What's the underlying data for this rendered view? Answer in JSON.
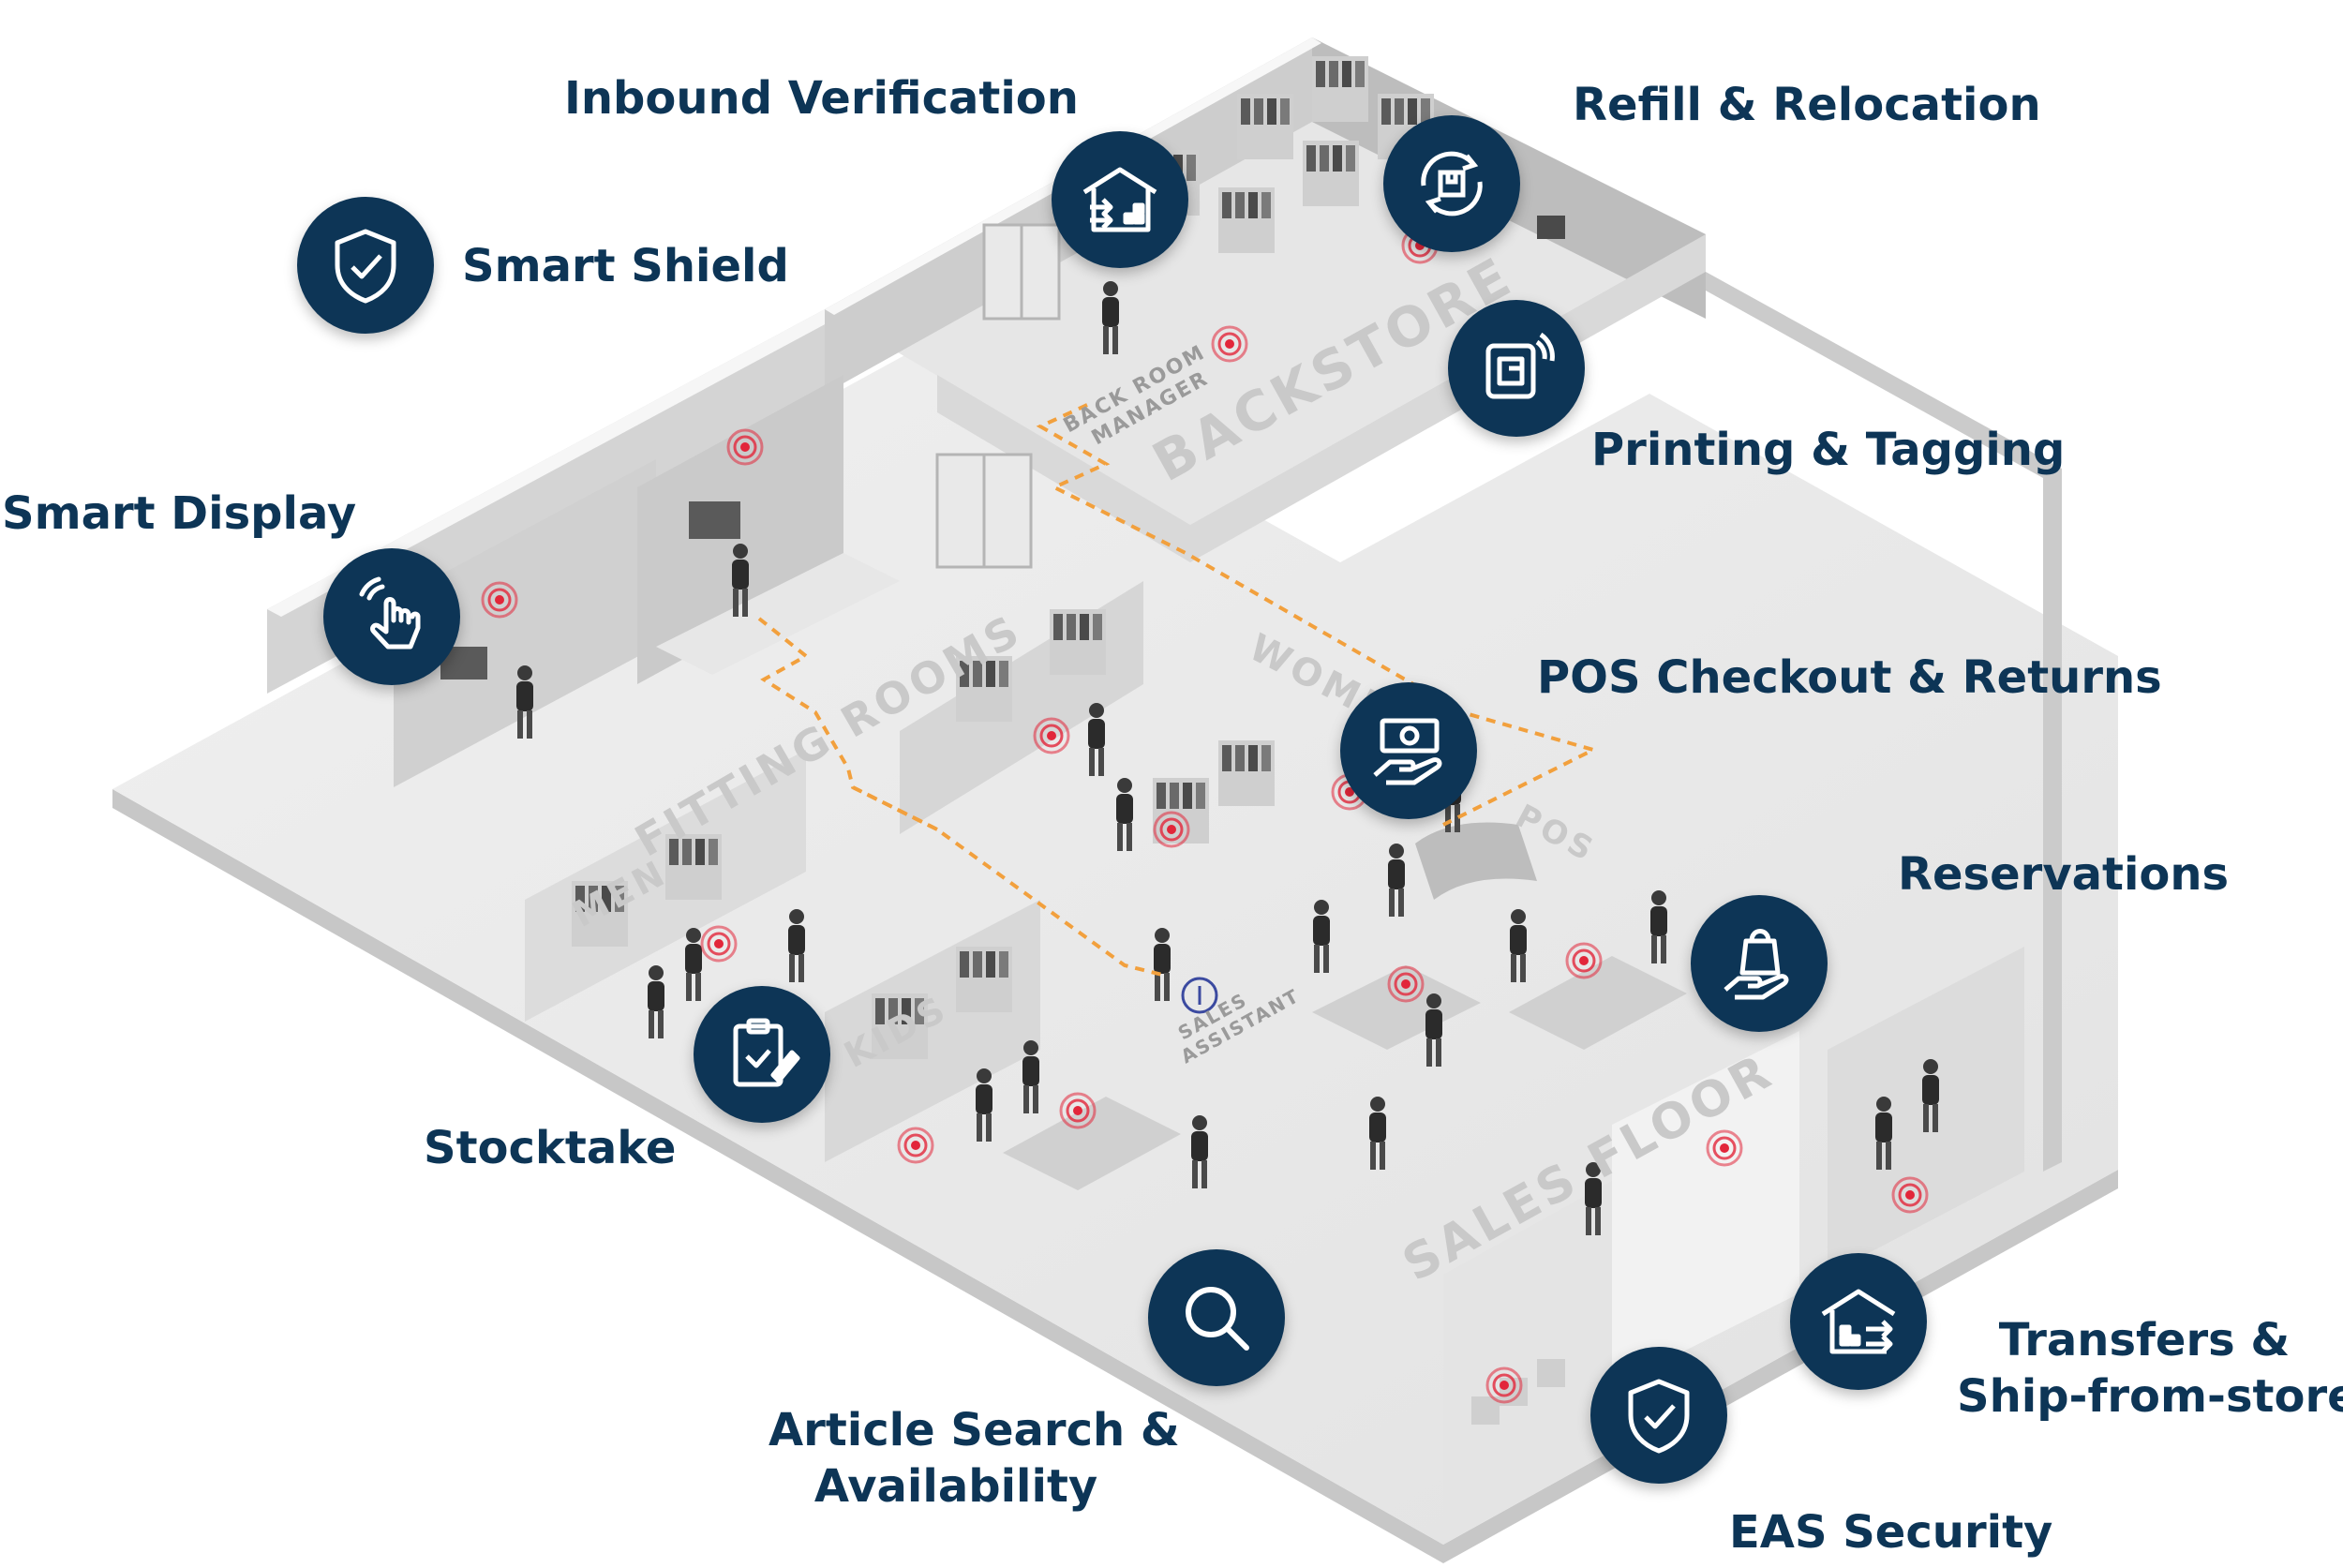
{
  "features": {
    "inbound_verification": "Inbound Verification",
    "refill_relocation": "Refill & Relocation",
    "smart_shield": "Smart Shield",
    "printing_tagging": "Printing & Tagging",
    "smart_display": "Smart Display",
    "pos_checkout": "POS Checkout & Returns",
    "reservations": "Reservations",
    "stocktake": "Stocktake",
    "article_search": [
      "Article Search &",
      "Availability"
    ],
    "transfers": [
      "Transfers &",
      "Ship-from-store"
    ],
    "eas_security": "EAS Security"
  },
  "floor_labels": {
    "backstore": "BACKSTORE",
    "back_room_manager": [
      "BACK ROOM",
      "MANAGER"
    ],
    "fitting_rooms": "FITTING ROOMS",
    "women": "WOMEN",
    "men": "MEN",
    "kids": "KIDS",
    "pos": "POS",
    "sales_floor": "SALES FLOOR",
    "sales_assistant": [
      "SALES",
      "ASSISTANT"
    ]
  },
  "icons": {
    "inbound_verification": "warehouse-inbound-icon",
    "refill_relocation": "refill-cycle-icon",
    "smart_shield": "shield-check-icon",
    "printing_tagging": "rfid-tag-icon",
    "smart_display": "touch-hand-icon",
    "pos_checkout": "cash-hand-icon",
    "reservations": "shopping-bag-hand-icon",
    "stocktake": "clipboard-check-icon",
    "article_search": "magnifier-icon",
    "transfers": "warehouse-outbound-icon",
    "eas_security": "shield-check-icon"
  },
  "colors": {
    "badge": "#0d3556",
    "label_text": "#0d3556",
    "path_dash": "#f2a03d",
    "rfid_signal": "#e2263a",
    "floor": "#ececec",
    "wall_top": "#f3f3f3",
    "wall_side": "#cfcfcf"
  }
}
